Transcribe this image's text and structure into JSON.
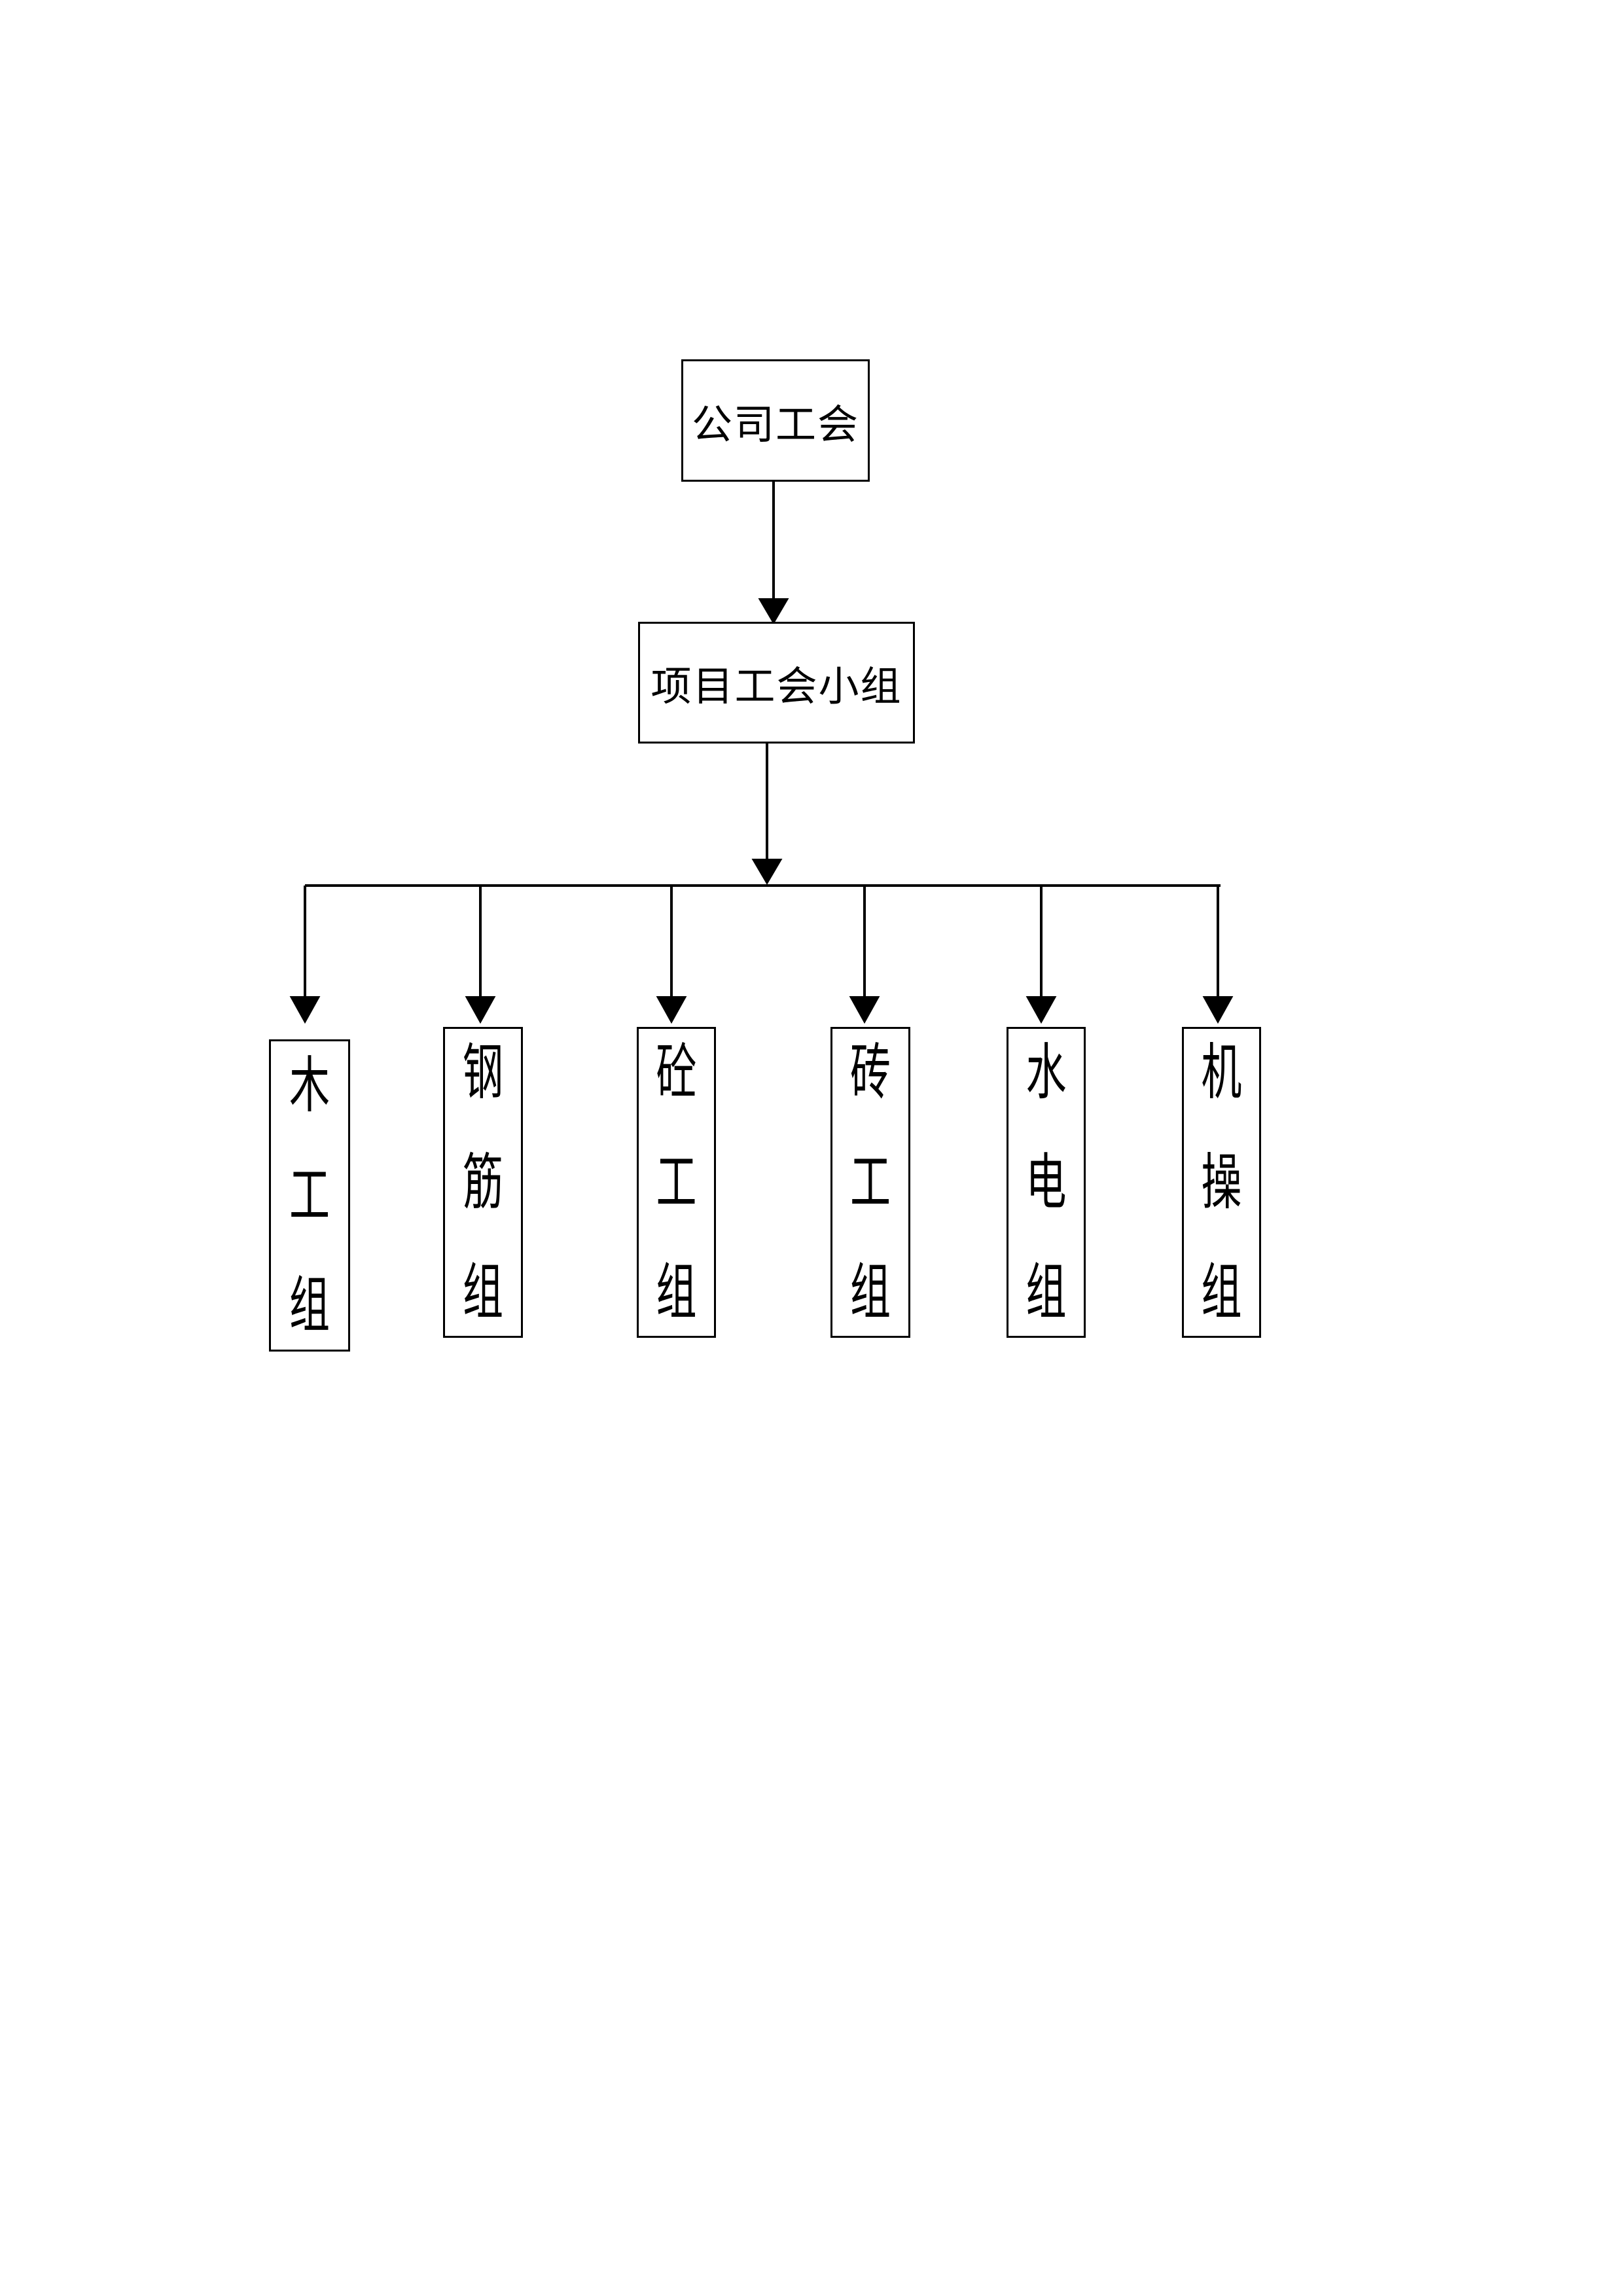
{
  "root": {
    "label": "公司工会"
  },
  "middle": {
    "label": "项目工会小组"
  },
  "children": [
    {
      "label": "木工组"
    },
    {
      "label": "钢筋组"
    },
    {
      "label": "砼工组"
    },
    {
      "label": "砖工组"
    },
    {
      "label": "水电组"
    },
    {
      "label": "机操组"
    }
  ]
}
